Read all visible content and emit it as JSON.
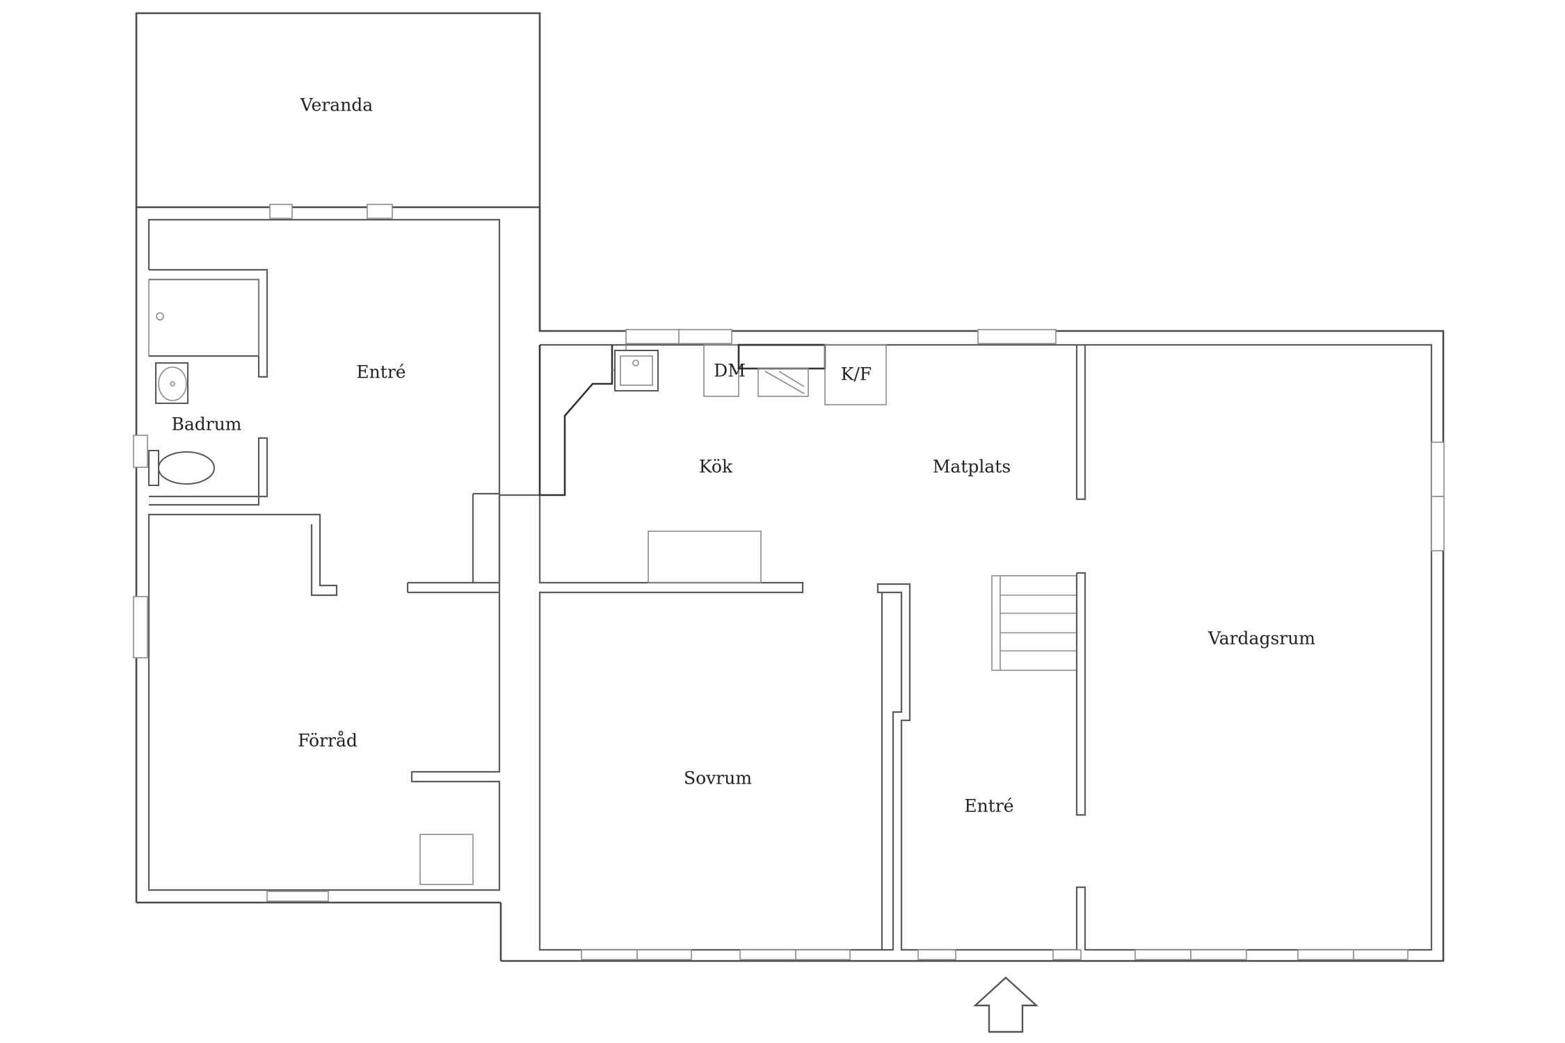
{
  "rooms": {
    "veranda": "Veranda",
    "entre_west": "Entré",
    "badrum": "Badrum",
    "forrad": "Förråd",
    "kok": "Kök",
    "dm": "DM",
    "kf": "K/F",
    "matplats": "Matplats",
    "sovrum": "Sovrum",
    "entre_main": "Entré",
    "vardagsrum": "Vardagsrum"
  }
}
